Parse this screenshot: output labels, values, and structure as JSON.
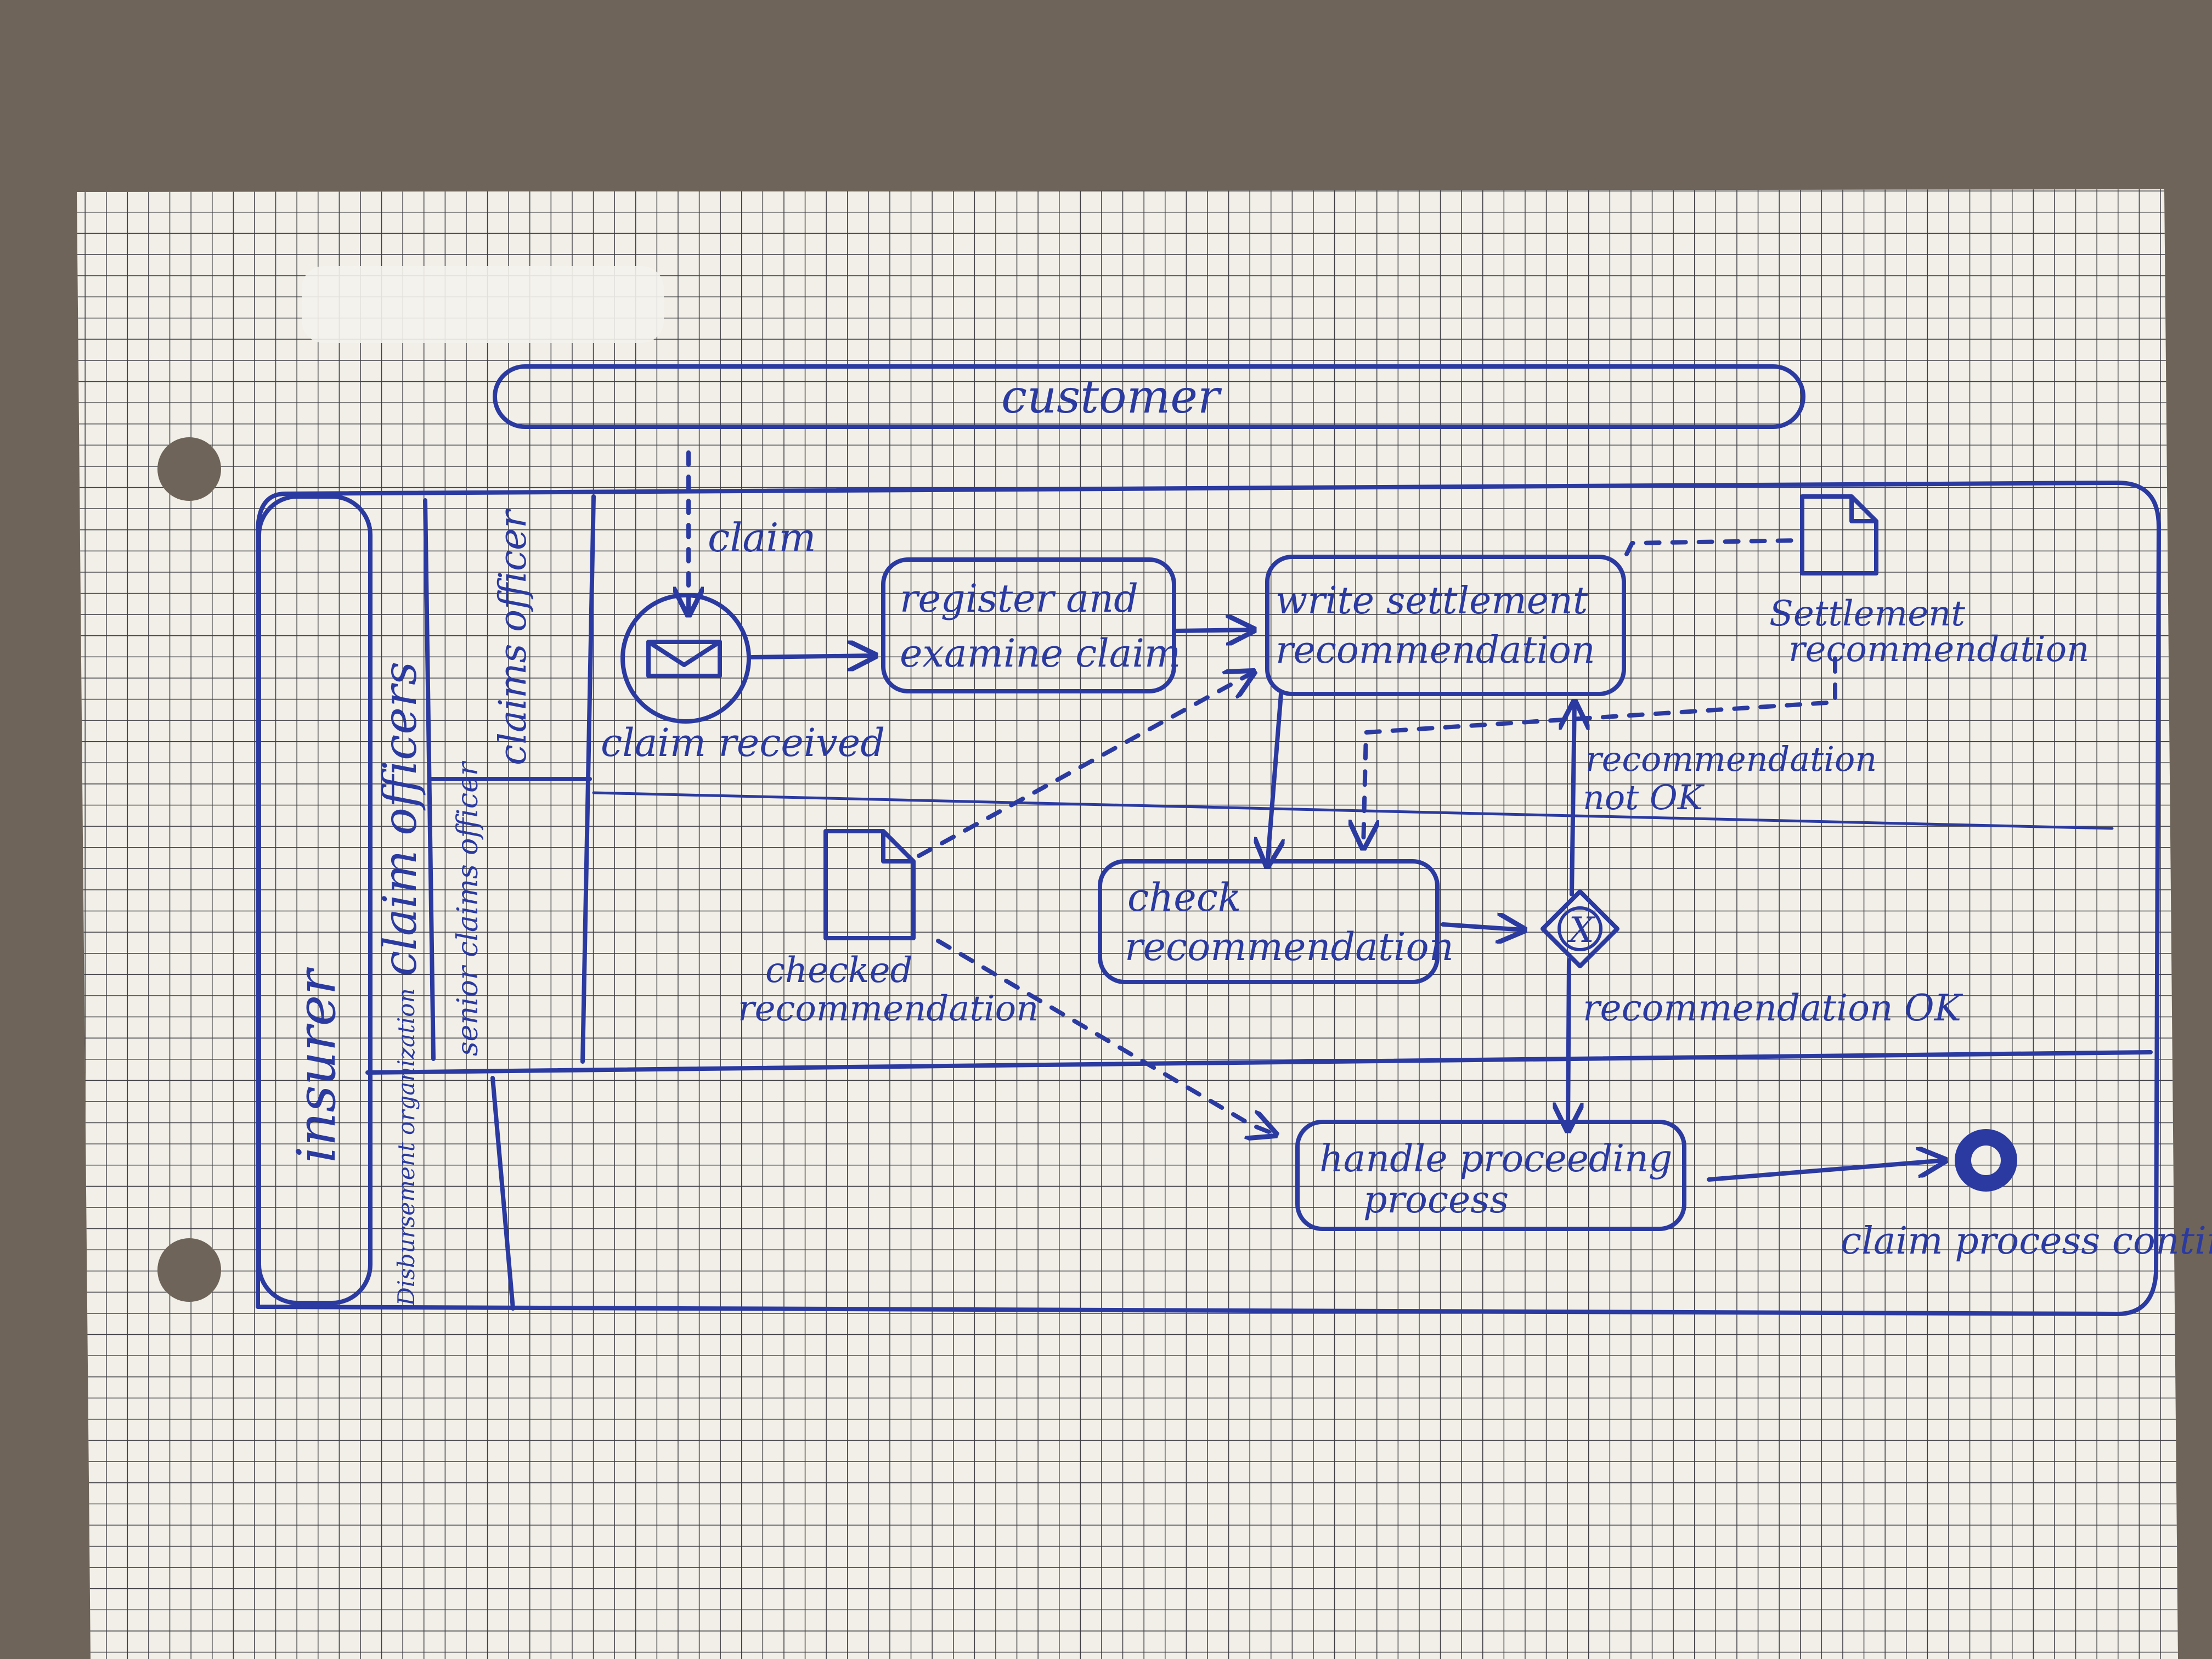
{
  "pools": {
    "customer": {
      "label": "customer"
    },
    "insurer": {
      "label": "insurer"
    }
  },
  "lanes": {
    "claim_officers": "claim officers",
    "claims_officer": "claims officer",
    "senior_claims_officer": "senior claims officer",
    "disbursement_organization": "Disbursement organization"
  },
  "message_flow": {
    "label": "claim"
  },
  "events": {
    "start": {
      "label": "claim received",
      "icon": "envelope-icon"
    },
    "end": {
      "label": "claim process continued"
    }
  },
  "tasks": {
    "register": {
      "line1": "register and",
      "line2": "examine claim"
    },
    "write": {
      "line1": "write settlement",
      "line2": "recommendation"
    },
    "check": {
      "line1": "check",
      "line2": "recommendation"
    },
    "handle": {
      "line1": "handle proceeding",
      "line2": "process"
    }
  },
  "data_objects": {
    "settlement": {
      "line1": "Settlement",
      "line2": "recommendation"
    },
    "checked": {
      "line1": "checked",
      "line2": "recommendation"
    }
  },
  "gateway": {
    "type": "exclusive",
    "symbol": "X"
  },
  "conditions": {
    "not_ok_line1": "recommendation",
    "not_ok_line2": "not OK",
    "ok": "recommendation OK"
  },
  "colors": {
    "ink": "#2b3aa0",
    "paper": "#f1efe7",
    "grid": "#3f3f45",
    "background": "#6e6459"
  }
}
